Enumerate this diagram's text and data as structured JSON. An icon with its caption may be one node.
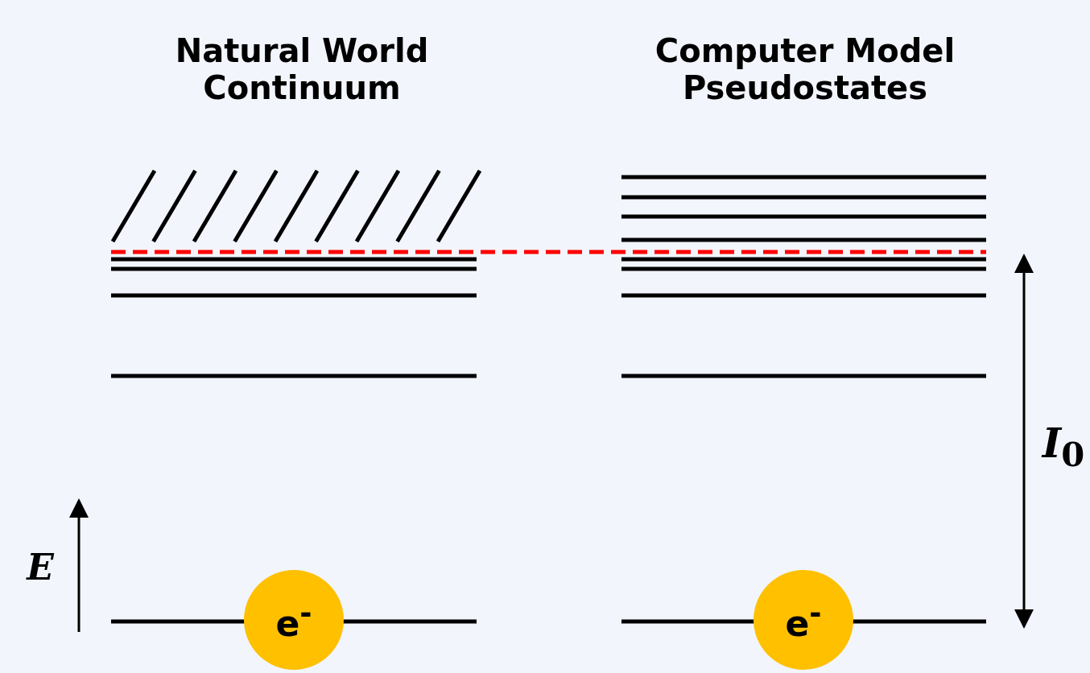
{
  "diagram": {
    "nodes": [
      {
        "text": [
          "e$^{-}$"
        ]
      },
      {
        "text": [
          "e$^{-}$"
        ]
      }
    ],
    "labels": [
      "Natural World Continuum",
      "Computer Model Pseudostates",
      "*I*$_{0}$",
      "E"
    ]
  }
}
